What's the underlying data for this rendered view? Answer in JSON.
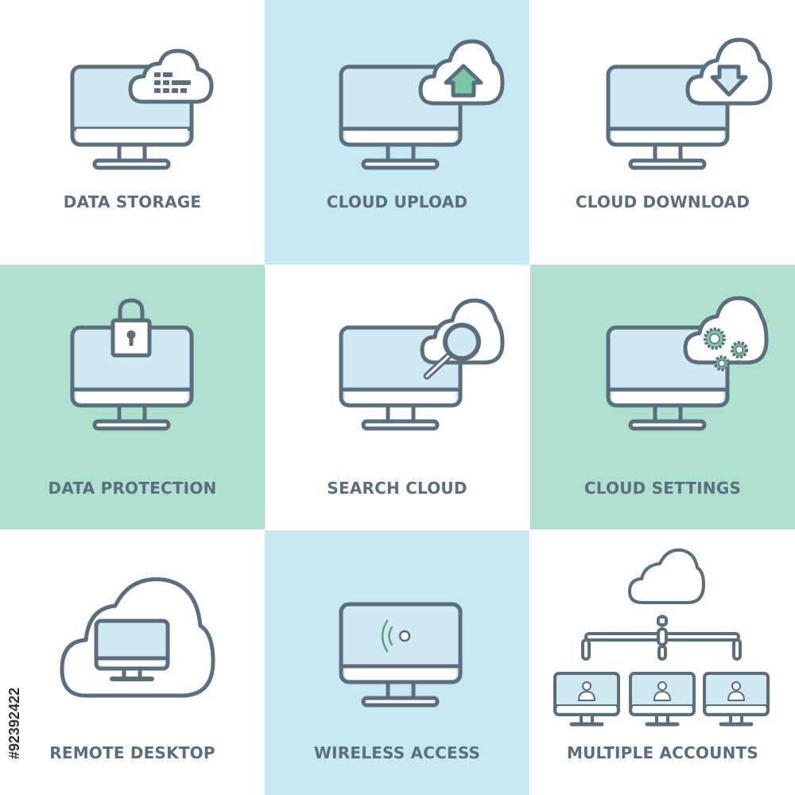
{
  "colors": {
    "white": "#ffffff",
    "blue": "#c8e8f1",
    "green": "#ade0cf",
    "stroke": "#5b6e7e",
    "screen": "#cfe8f1",
    "screen_bottom": "#ffffff",
    "accent_green": "#7bc6a4"
  },
  "tiles": [
    {
      "label": "DATA STORAGE",
      "bg": "white",
      "icon": "data-storage-icon"
    },
    {
      "label": "CLOUD UPLOAD",
      "bg": "blue",
      "icon": "cloud-upload-icon"
    },
    {
      "label": "CLOUD DOWNLOAD",
      "bg": "white",
      "icon": "cloud-download-icon"
    },
    {
      "label": "DATA PROTECTION",
      "bg": "green",
      "icon": "data-protection-icon"
    },
    {
      "label": "SEARCH CLOUD",
      "bg": "white",
      "icon": "search-cloud-icon"
    },
    {
      "label": "CLOUD SETTINGS",
      "bg": "green",
      "icon": "cloud-settings-icon"
    },
    {
      "label": "REMOTE DESKTOP",
      "bg": "white",
      "icon": "remote-desktop-icon"
    },
    {
      "label": "WIRELESS ACCESS",
      "bg": "blue",
      "icon": "wireless-access-icon"
    },
    {
      "label": "MULTIPLE ACCOUNTS",
      "bg": "white",
      "icon": "multiple-accounts-icon"
    }
  ],
  "stock_id": "#92392422"
}
